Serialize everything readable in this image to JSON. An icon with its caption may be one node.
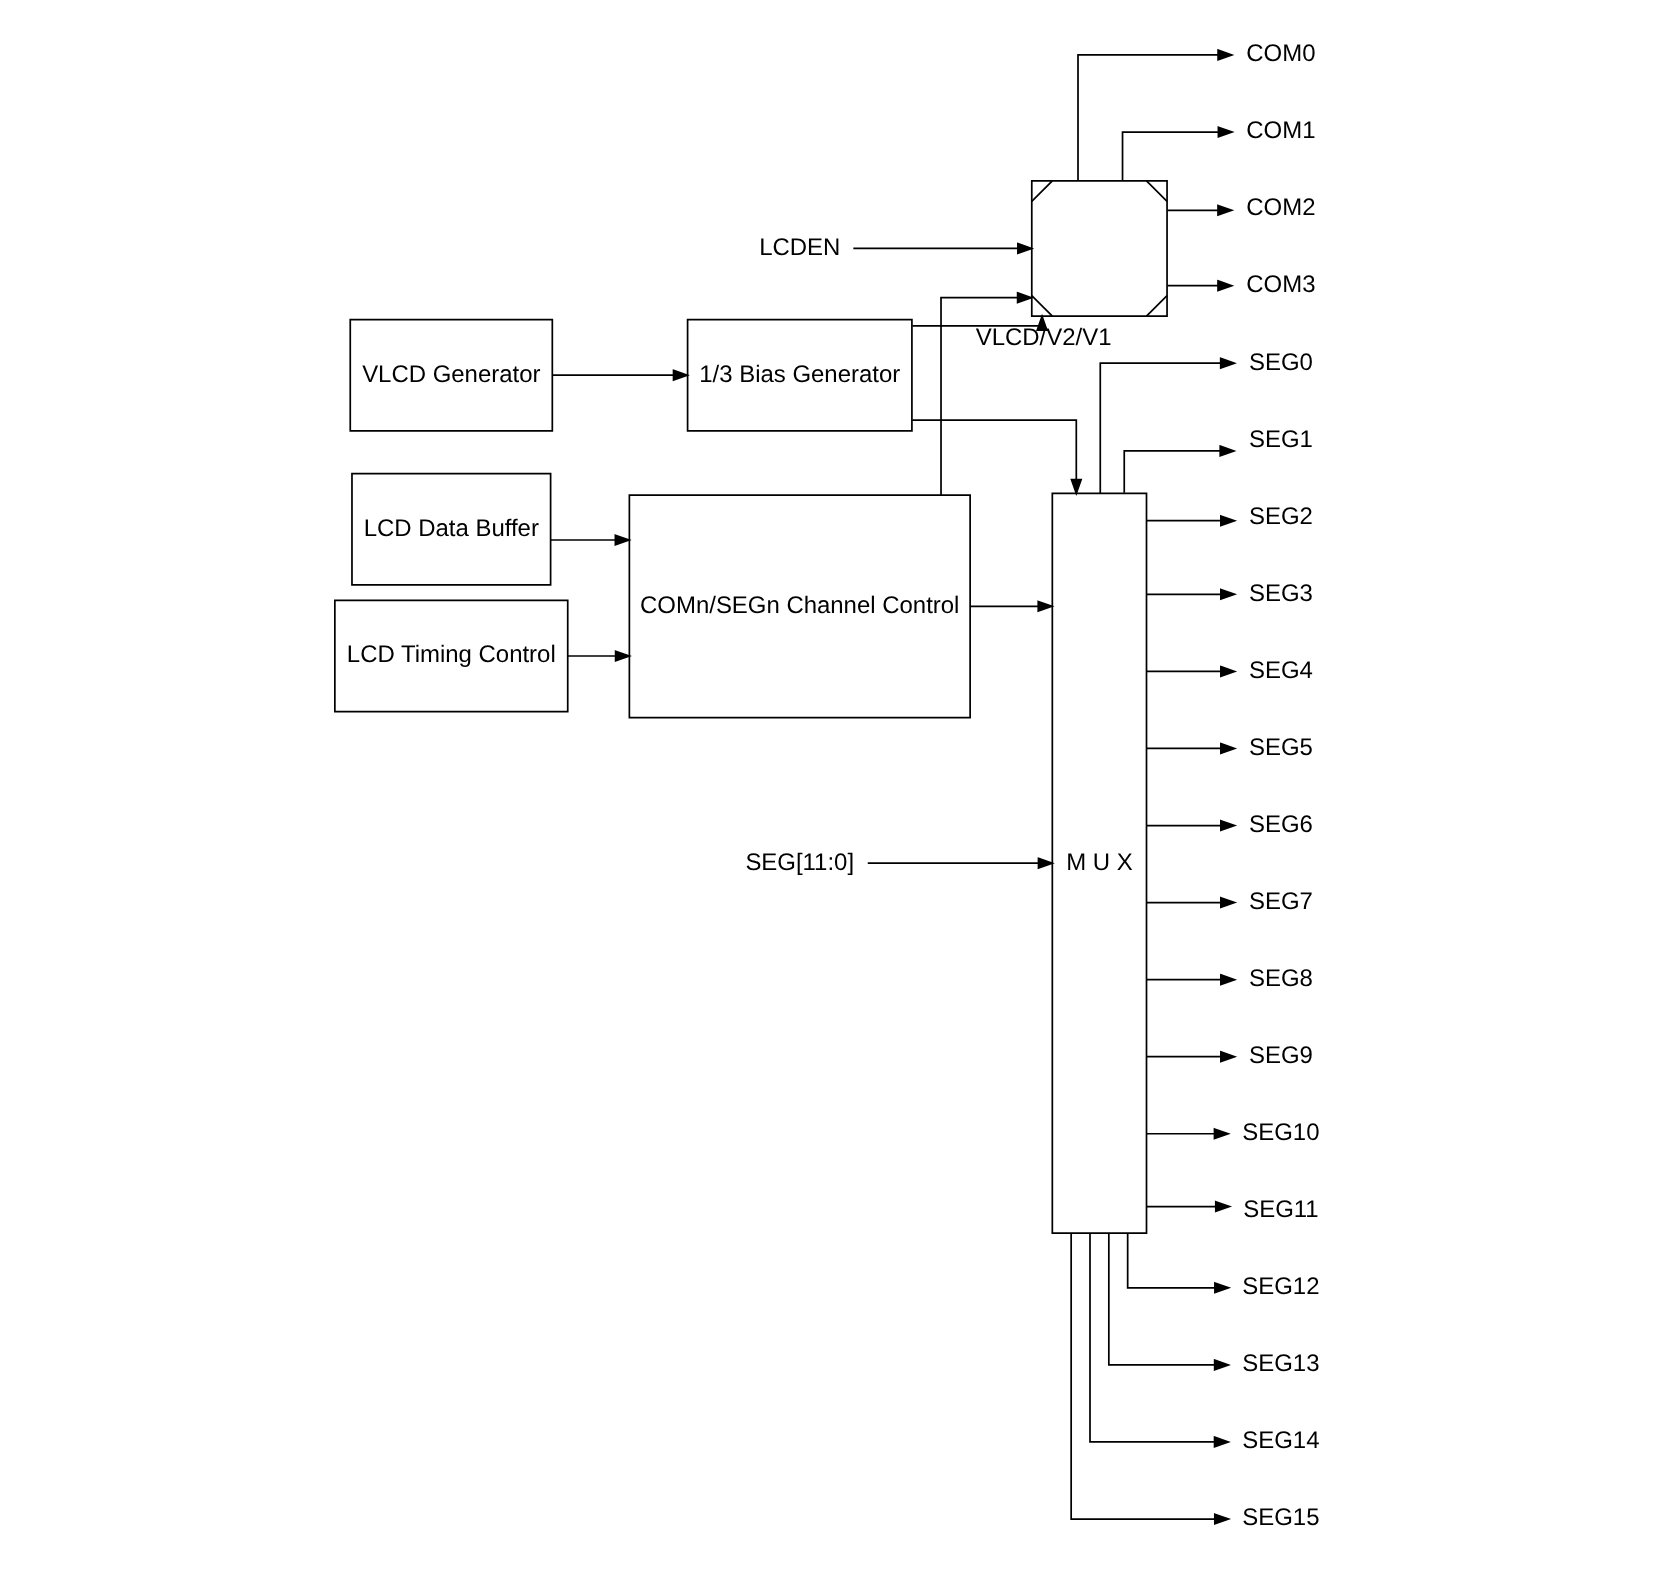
{
  "diagram": {
    "nodes": [
      {
        "text": [
          "VLCD Generator"
        ]
      },
      {
        "text": [
          "1/3 Bias Generator"
        ]
      },
      {
        "text": [
          "LCD Timing Control"
        ]
      },
      {
        "text": [
          "COMn/SEGn Channel Control"
        ]
      },
      {
        "text": [
          "LCD Data Buffer"
        ]
      },
      {
        "text": [],
        "shape": "box"
      },
      {
        "text": [
          "M U X"
        ]
      },
      {
        "text": [
          "LCDEN"
        ]
      },
      {
        "text": [
          "SEG[11:0]"
        ]
      },
      {
        "text": [
          "COM0"
        ]
      },
      {
        "text": [
          "COM1"
        ]
      },
      {
        "text": [
          "COM2"
        ]
      },
      {
        "text": [
          "COM3"
        ]
      },
      {
        "text": [
          "SEG0"
        ]
      },
      {
        "text": [
          "SEG1"
        ]
      },
      {
        "text": [
          "SEG2"
        ]
      },
      {
        "text": [
          "SEG3"
        ]
      },
      {
        "text": [
          "SEG4"
        ]
      },
      {
        "text": [
          "SEG5"
        ]
      },
      {
        "text": [
          "SEG6"
        ]
      },
      {
        "text": [
          "SEG7"
        ]
      },
      {
        "text": [
          "SEG8"
        ]
      },
      {
        "text": [
          "SEG9"
        ]
      },
      {
        "text": [
          "SEG10"
        ]
      },
      {
        "text": [
          "SEG11"
        ]
      },
      {
        "text": [
          "SEG12"
        ]
      },
      {
        "text": [
          "SEG13"
        ]
      },
      {
        "text": [
          "SEG14"
        ]
      },
      {
        "text": [
          "SEG15"
        ]
      }
    ],
    "edges": [
      {
        "from": 0,
        "to": 1,
        "arrow": "to"
      },
      {
        "from": 1,
        "to": 5,
        "arrow": "to",
        "label": "VLCD/V2/V1"
      },
      {
        "from": 1,
        "to": 6,
        "arrow": "to"
      },
      {
        "from": 2,
        "to": 3,
        "arrow": "to"
      },
      {
        "from": 4,
        "to": 3,
        "arrow": "to"
      },
      {
        "from": 3,
        "to": 5,
        "arrow": "to"
      },
      {
        "from": 3,
        "to": 6,
        "arrow": "to"
      },
      {
        "from": 7,
        "to": 5,
        "arrow": "to"
      },
      {
        "from": 8,
        "to": 6,
        "arrow": "to"
      },
      {
        "from": 5,
        "to": 9,
        "arrow": "to"
      },
      {
        "from": 5,
        "to": 10,
        "arrow": "to"
      },
      {
        "from": 5,
        "to": 11,
        "arrow": "to"
      },
      {
        "from": 5,
        "to": 12,
        "arrow": "to"
      },
      {
        "from": 6,
        "to": 13,
        "arrow": "to"
      },
      {
        "from": 6,
        "to": 14,
        "arrow": "to"
      },
      {
        "from": 6,
        "to": 15,
        "arrow": "to"
      },
      {
        "from": 6,
        "to": 16,
        "arrow": "to"
      },
      {
        "from": 6,
        "to": 17,
        "arrow": "to"
      },
      {
        "from": 6,
        "to": 18,
        "arrow": "to"
      },
      {
        "from": 6,
        "to": 19,
        "arrow": "to"
      },
      {
        "from": 6,
        "to": 20,
        "arrow": "to"
      },
      {
        "from": 6,
        "to": 21,
        "arrow": "to"
      },
      {
        "from": 6,
        "to": 22,
        "arrow": "to"
      },
      {
        "from": 6,
        "to": 23,
        "arrow": "to"
      },
      {
        "from": 6,
        "to": 24,
        "arrow": "to"
      },
      {
        "from": 6,
        "to": 25,
        "arrow": "to"
      },
      {
        "from": 6,
        "to": 26,
        "arrow": "to"
      },
      {
        "from": 6,
        "to": 27,
        "arrow": "to"
      },
      {
        "from": 6,
        "to": 28,
        "arrow": "to"
      }
    ]
  }
}
